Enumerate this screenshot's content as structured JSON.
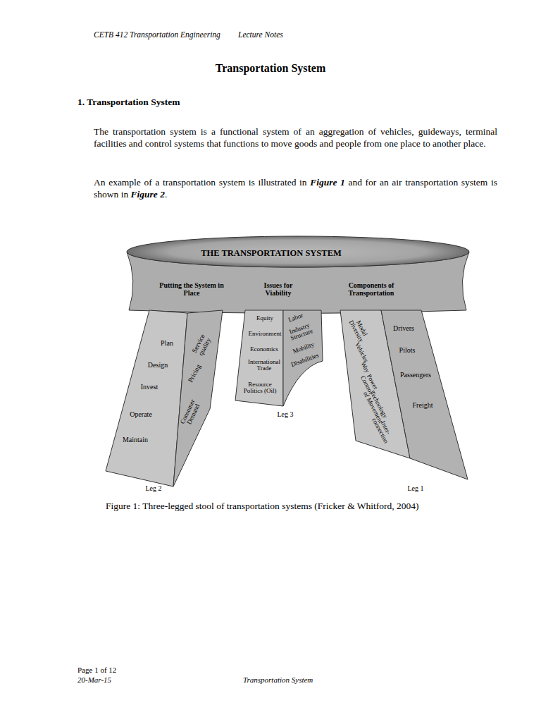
{
  "diagram": {
    "title": "Transportation System",
    "caption": "Figure 1: Three-legged stool of transportation systems (Fricker & Whitford, 2004)",
    "nodes": [
      {
        "text": [
          "THE TRANSPORTATION SYSTEM",
          "Putting the System in Place",
          "Issues for Viability",
          "Components of Transportation"
        ]
      },
      {
        "text": [
          "Plan",
          "Design",
          "Invest",
          "Operate",
          "Maintain"
        ]
      },
      {
        "text": [
          "Service quality",
          "Pricing",
          "Consumer Demand"
        ]
      },
      {
        "text": [
          "Equity",
          "Environment",
          "Economics",
          "International Trade",
          "Resource Politics (Oil)"
        ]
      },
      {
        "text": [
          "Labor",
          "Industry Structure",
          "Mobility",
          "Disabilities"
        ]
      },
      {
        "text": [
          "Modal Diversity",
          "Vehicles",
          "Way",
          "Power Control",
          "Technology of Movement",
          "Inter-connection"
        ]
      },
      {
        "text": [
          "Drivers",
          "Pilots",
          "Passengers",
          "Freight"
        ]
      }
    ],
    "labels": [
      "CETB 412 Transportation Engineering",
      "Lecture Notes",
      "1. Transportation System",
      "The transportation system is a functional system of an aggregation of vehicles, guideways, terminal facilities and control systems that functions to move goods and people from one place to another place.",
      "An example of a transportation system is illustrated in",
      "Figure 1",
      "and for an air transportation system is shown in",
      "Figure 2",
      ".",
      "Leg 3",
      "Leg 2",
      "Leg 1",
      "Page 1 of 12",
      "20-Mar-15",
      "Transportation System"
    ]
  }
}
